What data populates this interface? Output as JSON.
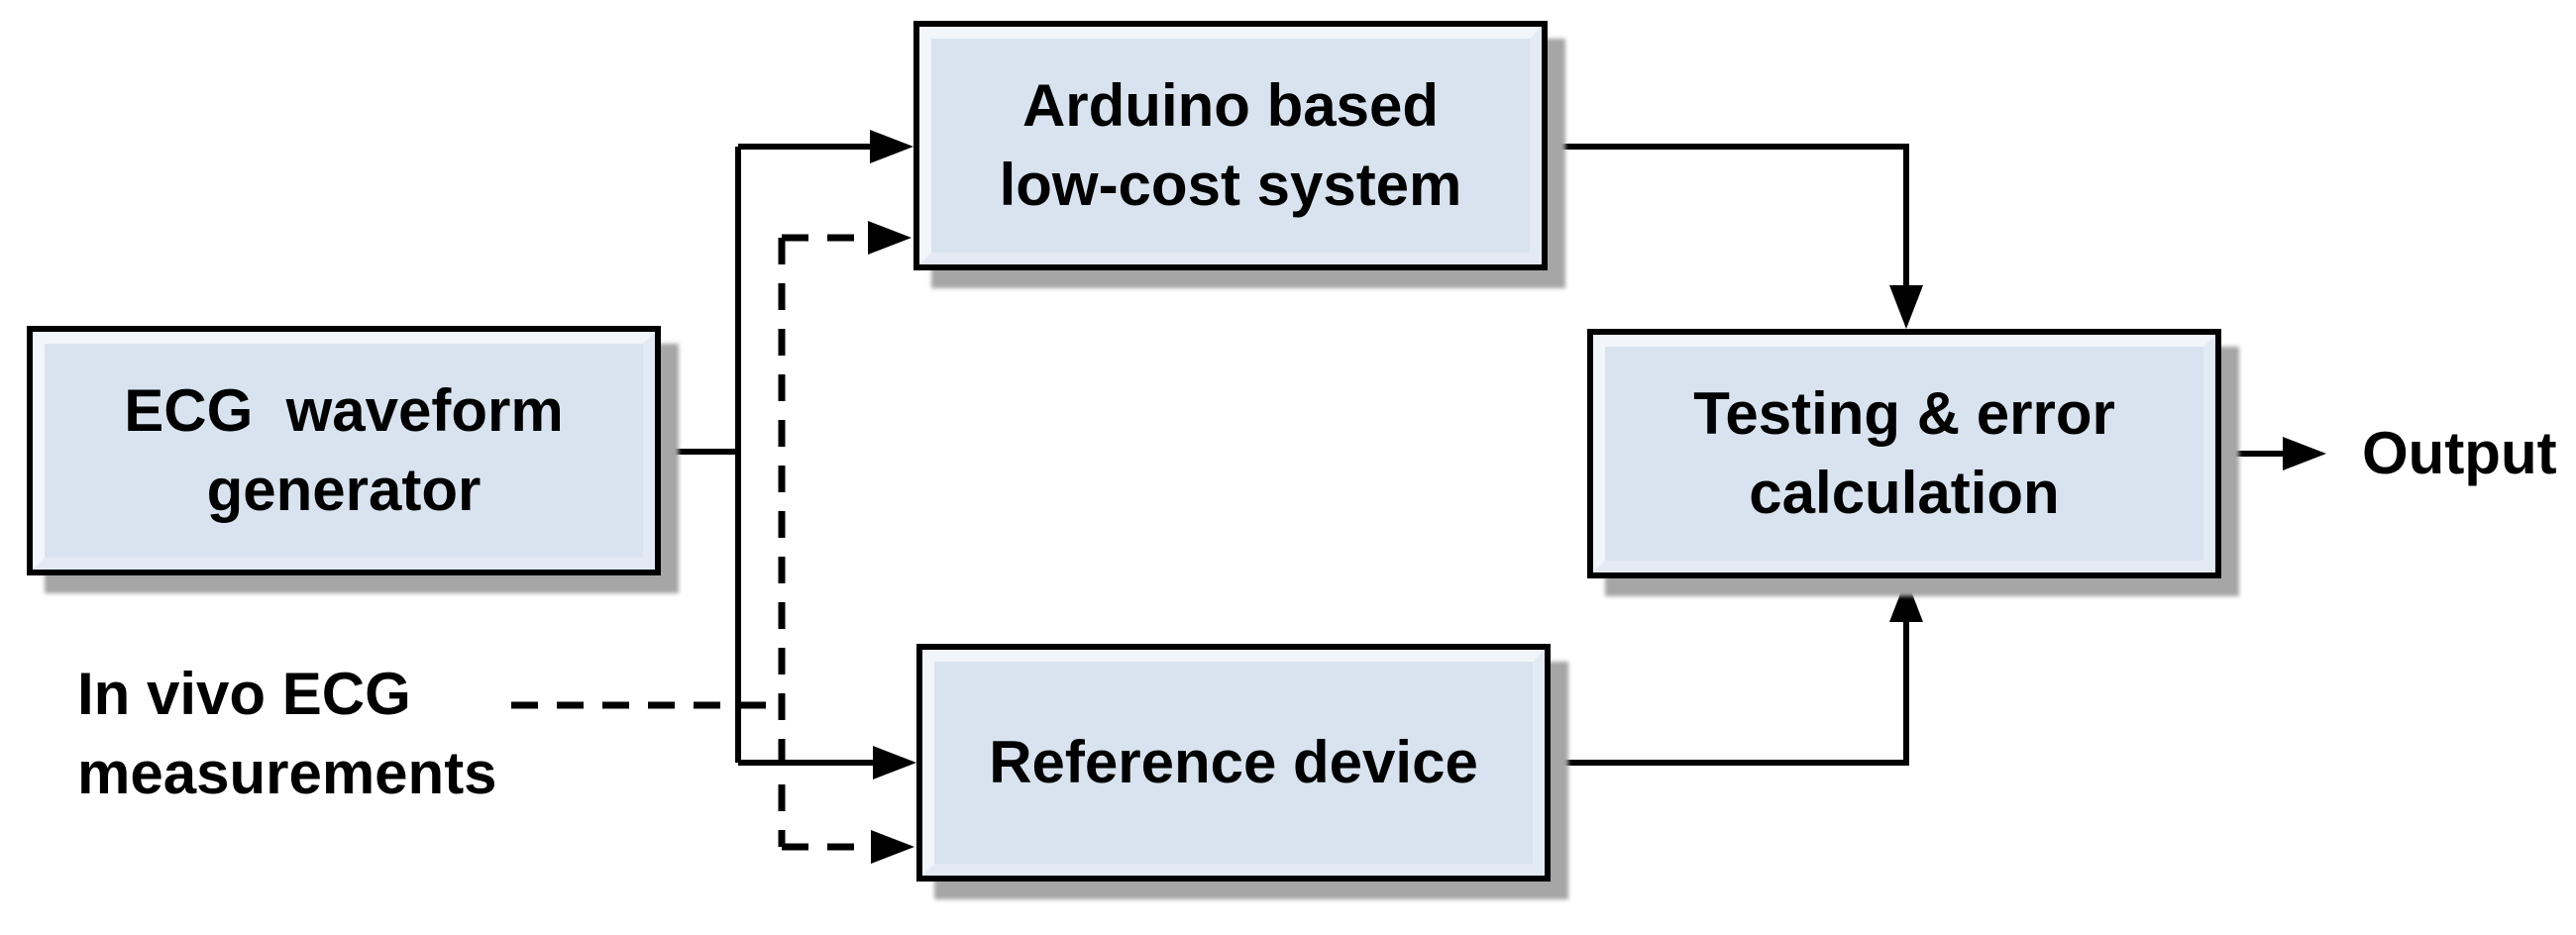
{
  "diagram": {
    "nodes": {
      "ecg_generator": {
        "label": "ECG  waveform\ngenerator"
      },
      "arduino_system": {
        "label": "Arduino based\nlow-cost system"
      },
      "reference_device": {
        "label": "Reference device"
      },
      "testing_error": {
        "label": "Testing & error\ncalculation"
      }
    },
    "annotations": {
      "in_vivo": {
        "label": "In vivo ECG\nmeasurements"
      },
      "output": {
        "label": "Output"
      }
    },
    "edges": [
      {
        "from": "ecg-waveform-generator",
        "to": "arduino-low-cost-system",
        "style": "solid"
      },
      {
        "from": "ecg-waveform-generator",
        "to": "reference-device",
        "style": "solid"
      },
      {
        "from": "in-vivo-ecg-measurements",
        "to": "arduino-low-cost-system",
        "style": "dashed"
      },
      {
        "from": "in-vivo-ecg-measurements",
        "to": "reference-device",
        "style": "dashed"
      },
      {
        "from": "arduino-low-cost-system",
        "to": "testing-error-calculation",
        "style": "solid"
      },
      {
        "from": "reference-device",
        "to": "testing-error-calculation",
        "style": "solid"
      },
      {
        "from": "testing-error-calculation",
        "to": "output",
        "style": "solid"
      }
    ],
    "colors": {
      "background": "#ffffff",
      "box_fill": "#d8e3ef",
      "box_bevel_light": "#f2f6fb",
      "box_bevel_dark": "#e3eaf4",
      "box_border": "#000000",
      "connector": "#000000",
      "shadow": "#a6a6a6",
      "text": "#000000"
    }
  }
}
